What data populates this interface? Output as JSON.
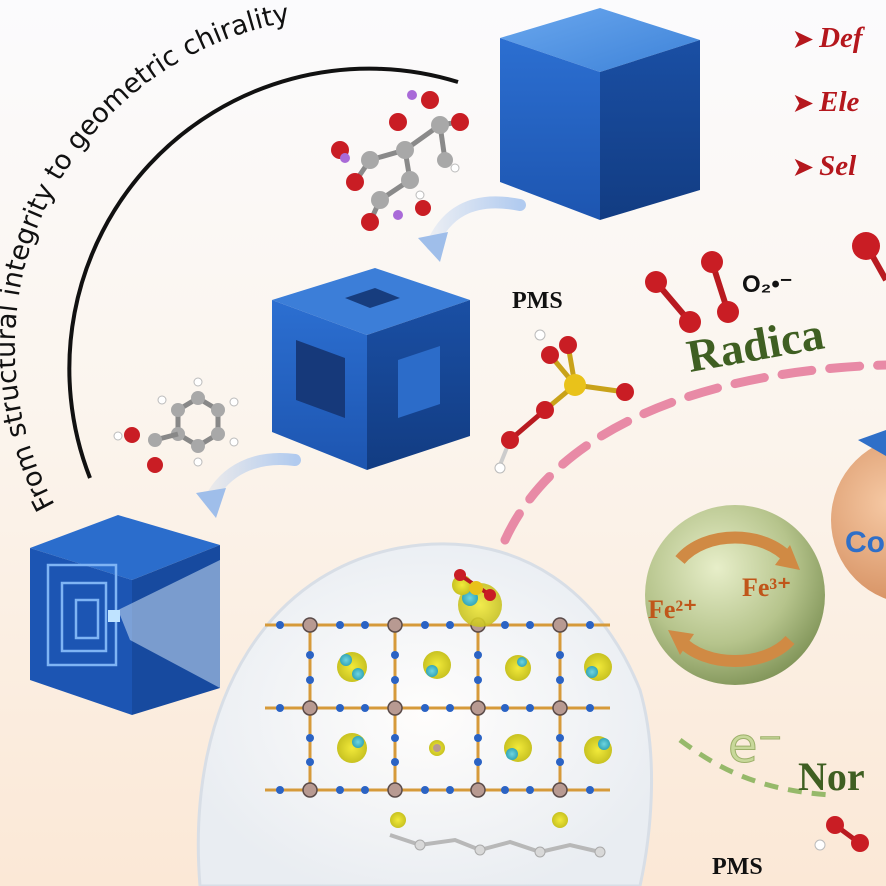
{
  "arc_title": "From structural integrity to geometric chirality",
  "highlights": [
    "Def",
    "Ele",
    "Sel"
  ],
  "labels": {
    "pms_top": "PMS",
    "pms_bottom": "PMS",
    "radical": "Radica",
    "nonradical": "Nor",
    "o2_radical": "O₂•⁻",
    "electron": "e⁻",
    "fe2": "Fe²⁺",
    "fe3": "Fe³⁺",
    "partial_sphere": "Co"
  },
  "colors": {
    "cube_blue": "#2f6fc8",
    "highlight_red": "#b5171d",
    "radical_green": "#3f5f22",
    "dash_pink": "#e88aa6",
    "fe_orange": "#c0561a"
  }
}
